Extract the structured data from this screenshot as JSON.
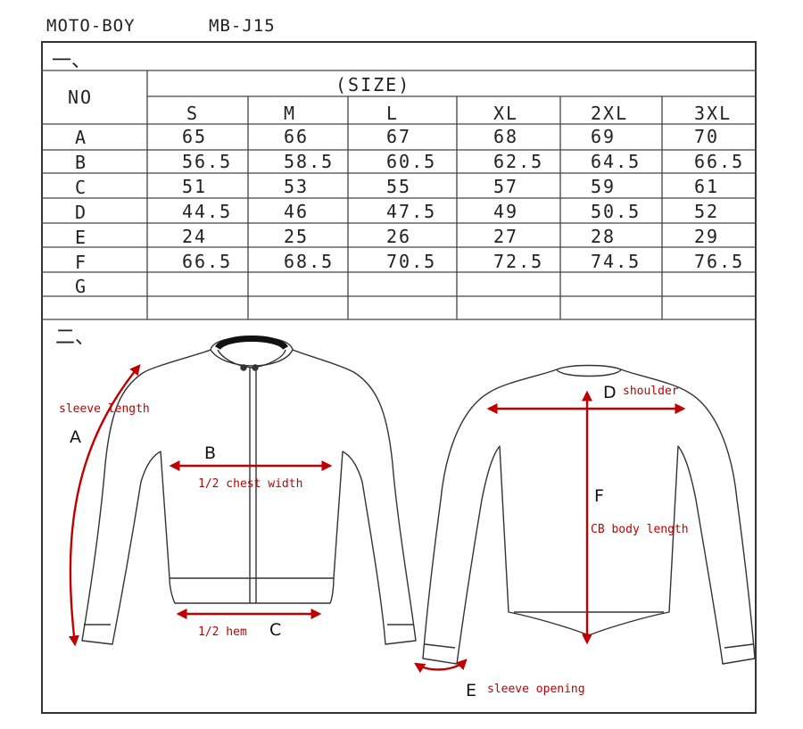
{
  "header": {
    "brand": "MOTO-BOY",
    "model": "MB-J15"
  },
  "section1_marker": "一、",
  "section2_marker": "二、",
  "table": {
    "no_label": "NO",
    "size_label": "(SIZE)",
    "sizes": [
      "S",
      "M",
      "L",
      "XL",
      "2XL",
      "3XL"
    ],
    "rows": [
      {
        "key": "A",
        "values": [
          "65",
          "66",
          "67",
          "68",
          "69",
          "70"
        ]
      },
      {
        "key": "B",
        "values": [
          "56.5",
          "58.5",
          "60.5",
          "62.5",
          "64.5",
          "66.5"
        ]
      },
      {
        "key": "C",
        "values": [
          "51",
          "53",
          "55",
          "57",
          "59",
          "61"
        ]
      },
      {
        "key": "D",
        "values": [
          "44.5",
          "46",
          "47.5",
          "49",
          "50.5",
          "52"
        ]
      },
      {
        "key": "E",
        "values": [
          "24",
          "25",
          "26",
          "27",
          "28",
          "29"
        ]
      },
      {
        "key": "F",
        "values": [
          "66.5",
          "68.5",
          "70.5",
          "72.5",
          "74.5",
          "76.5"
        ]
      },
      {
        "key": "G",
        "values": [
          "",
          "",
          "",
          "",
          "",
          ""
        ]
      }
    ]
  },
  "diagram": {
    "accent_color": "#c00000",
    "front": {
      "sleeve_label": "sleeve length",
      "letter_a": "A",
      "letter_b": "B",
      "chest_label": "1/2 chest width",
      "hem_label": "1/2 hem",
      "letter_c": "C"
    },
    "back": {
      "letter_d": "D",
      "shoulder_label": "shoulder",
      "letter_f": "F",
      "body_label": "CB body length",
      "letter_e": "E",
      "opening_label": "sleeve opening"
    }
  }
}
